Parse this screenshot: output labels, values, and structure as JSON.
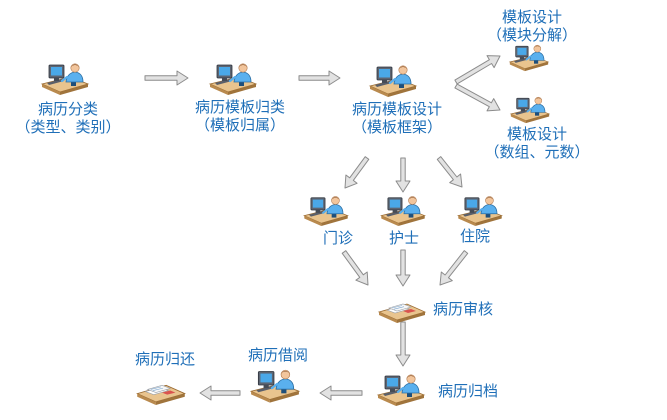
{
  "nodes": {
    "classify": {
      "lines": [
        "病历分类",
        "（类型、类别）"
      ]
    },
    "tplgroup": {
      "lines": [
        "病历模板归类",
        "（模板归属）"
      ]
    },
    "tpldesign": {
      "lines": [
        "病历模板设计",
        "（模板框架）"
      ]
    },
    "modsplit": {
      "lines": [
        "模板设计",
        "（模块分解）"
      ]
    },
    "tpldata": {
      "lines": [
        "模板设计",
        "（数组、元数）"
      ]
    },
    "outpatient": {
      "lines": [
        "门诊"
      ]
    },
    "nurse": {
      "lines": [
        "护士"
      ]
    },
    "inpatient": {
      "lines": [
        "住院"
      ]
    },
    "review": {
      "lines": [
        "病历审核"
      ]
    },
    "archive": {
      "lines": [
        "病历归档"
      ]
    },
    "borrow": {
      "lines": [
        "病历借阅"
      ]
    },
    "return": {
      "lines": [
        "病历归还"
      ]
    }
  },
  "colors": {
    "label": "#1f6fb8",
    "arrow_fill": "#e2e2e2",
    "arrow_stroke": "#8c8c8c"
  },
  "icons": {
    "computer_user": "computer-user-icon",
    "desk_documents": "desk-documents-icon"
  }
}
